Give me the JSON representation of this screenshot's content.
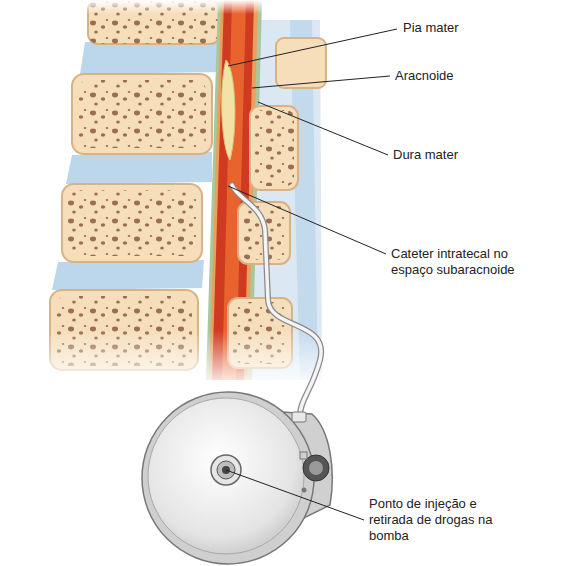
{
  "diagram": {
    "labels": [
      "Pia mater",
      "Aracnoide",
      "Dura mater",
      "Cateter intratecal no espaço subaracnoide",
      "Ponto de injeção e retirada de drogas na bomba"
    ]
  }
}
